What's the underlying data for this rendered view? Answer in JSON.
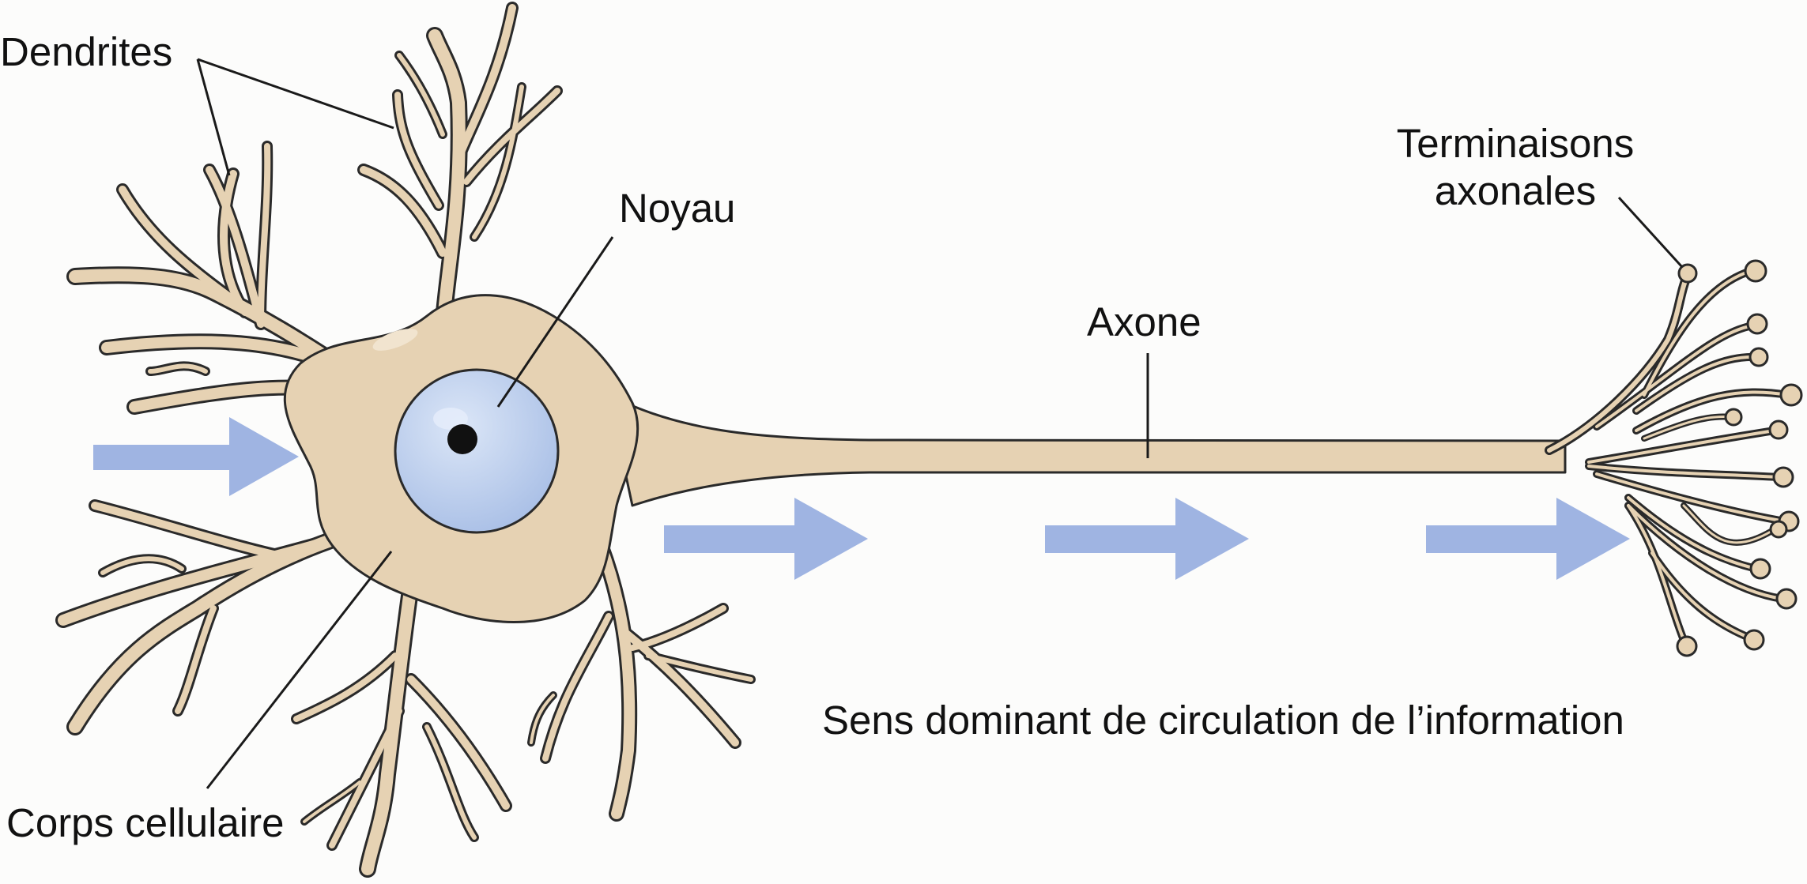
{
  "labels": {
    "dendrites": "Dendrites",
    "noyau": "Noyau",
    "axone": "Axone",
    "terminaisons_line1": "Terminaisons",
    "terminaisons_line2": "axonales",
    "corps": "Corps cellulaire",
    "sens": "Sens dominant de circulation de l’information"
  },
  "colors": {
    "background": "#fcfcfb",
    "cell_fill": "#e6d2b3",
    "cell_stroke": "#2a2a2a",
    "nucleus_fill": "#bccfec",
    "nucleolus": "#111111",
    "arrow": "#9fb4e2",
    "leader_line": "#1a1a1a"
  },
  "icons": {
    "flow_arrow": "right-arrow-icon"
  }
}
